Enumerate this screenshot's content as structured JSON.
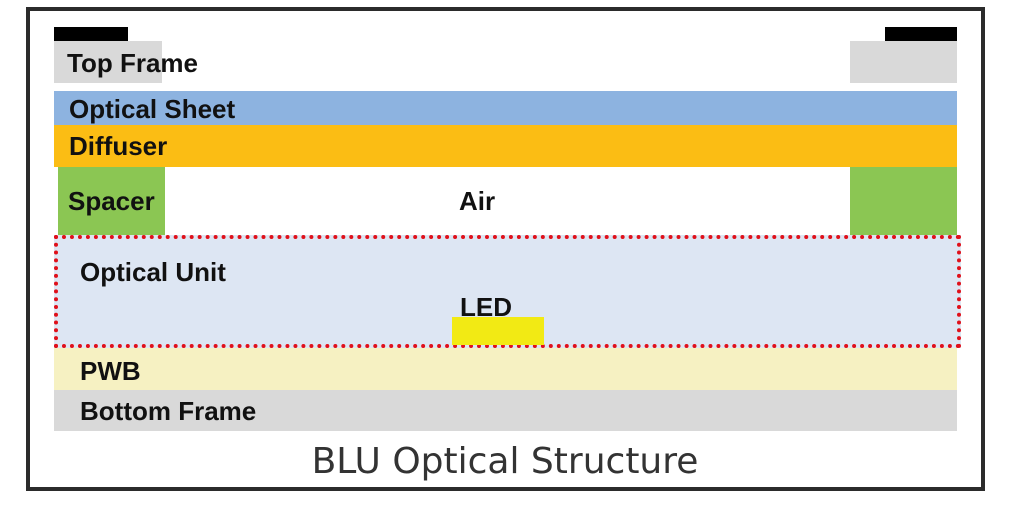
{
  "diagram": {
    "title": "BLU Optical Structure",
    "layers": {
      "top_frame": "Top Frame",
      "optical_sheet": "Optical Sheet",
      "diffuser": "Diffuser",
      "spacer": "Spacer",
      "air": "Air",
      "optical_unit": "Optical Unit",
      "led": "LED",
      "pwb": "PWB",
      "bottom_frame": "Bottom Frame"
    },
    "colors": {
      "frame_black": "#000000",
      "frame_gray": "#d9d9d9",
      "optical_sheet": "#8db3e0",
      "diffuser": "#fbbd14",
      "spacer": "#8bc653",
      "optical_unit_fill": "#dde6f3",
      "optical_unit_border": "#e0101a",
      "led": "#f2ea14",
      "pwb": "#f6f1c2",
      "bottom_frame": "#d9d9d9"
    }
  }
}
